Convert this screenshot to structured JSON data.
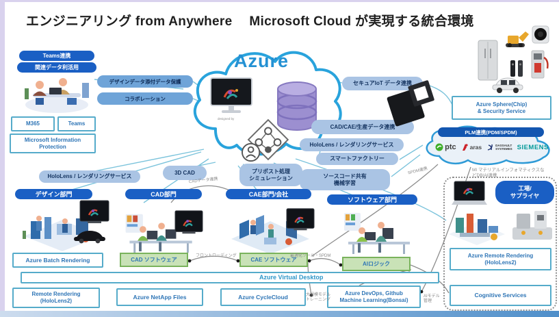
{
  "slide": {
    "title": "エンジニアリング from Anywhere　 Microsoft Cloud が実現する統合環境"
  },
  "teams": {
    "pill_teams": "Teams連携",
    "pill_data": "関連データ利活用",
    "m365": "M365",
    "teams": "Teams",
    "mip": "Microsoft Information Protection"
  },
  "collab": {
    "design_data": "デザインデータ添付データ保護",
    "collaboration": "コラボレーション"
  },
  "cloud": {
    "label": "Azure",
    "caption": "designed by"
  },
  "right": {
    "secure_iot": "セキュアIoT データ連携",
    "cad_cae": "CAD/CAE/生産データ連携",
    "hololens": "HoloLens / レンダリングサービス",
    "smart_factory": "スマートファクトリー",
    "source1": "ソースコード共有",
    "source2": "機械学習",
    "sphere1": "Azure Sphere(Chip)",
    "sphere2": "& Security Service"
  },
  "plm": {
    "header": "PLM連携(PDM/SPDM)",
    "ptc": "ptc",
    "aras": "aras",
    "ds1": "DASSAULT",
    "ds2": "SYSTEMES",
    "siemens": "SIEMENS",
    "note1": "MI マテリアルインフォマティクスな",
    "note2": "どDB/AI連携",
    "spdm": "SPDM連携"
  },
  "mid": {
    "hololens": "HoloLens / レンダリングサービス",
    "cad3d": "3D CAD",
    "prepost1": "プリポスト処理",
    "prepost2": "シミュレーション",
    "cad_link": "CADデータ連携"
  },
  "dept": {
    "design": "デザイン部門",
    "cad": "CAD部門",
    "cae": "CAE部門/会社",
    "software": "ソフトウェア部門",
    "factory1": "工場/",
    "factory2": "サプライヤ"
  },
  "sw": {
    "cad": "CAD ソフトウェア",
    "cae": "CAE ソフトウェア",
    "ai": "AIロジック",
    "front_loading": "フロントローディング",
    "optimization": "最適化ツール・SPDM"
  },
  "bottom": {
    "batch": "Azure Batch Rendering",
    "avd": "Azure Virtual Desktop",
    "rr1": "Remote Rendering",
    "rr2": "(HoloLens2)",
    "netapp": "Azure NetApp Files",
    "cyclecloud": "Azure CycleCloud",
    "devops1": "Azure DevOps, Github",
    "devops2": "Machine Learning(Bonsai)",
    "cognitive": "Cognitive Services",
    "arr1": "Azure Remote Rendering",
    "arr2": "(HoloLens2)",
    "train1": "大規模モデル",
    "train2": "トレーニング",
    "aimodel1": "AIモデル",
    "aimodel2": "管理"
  },
  "colors": {
    "pill_blue": "#1a5fc4",
    "cloud_stroke": "#29a3dc",
    "box_border": "#55abca",
    "box_text": "#2e75b6",
    "green_fill": "#c9e2b7",
    "green_border": "#79b35c",
    "siemens_teal": "#009999",
    "aras_red": "#cc2229",
    "ptc_green": "#3fae2a",
    "db_purple": "#9c8fd0"
  }
}
